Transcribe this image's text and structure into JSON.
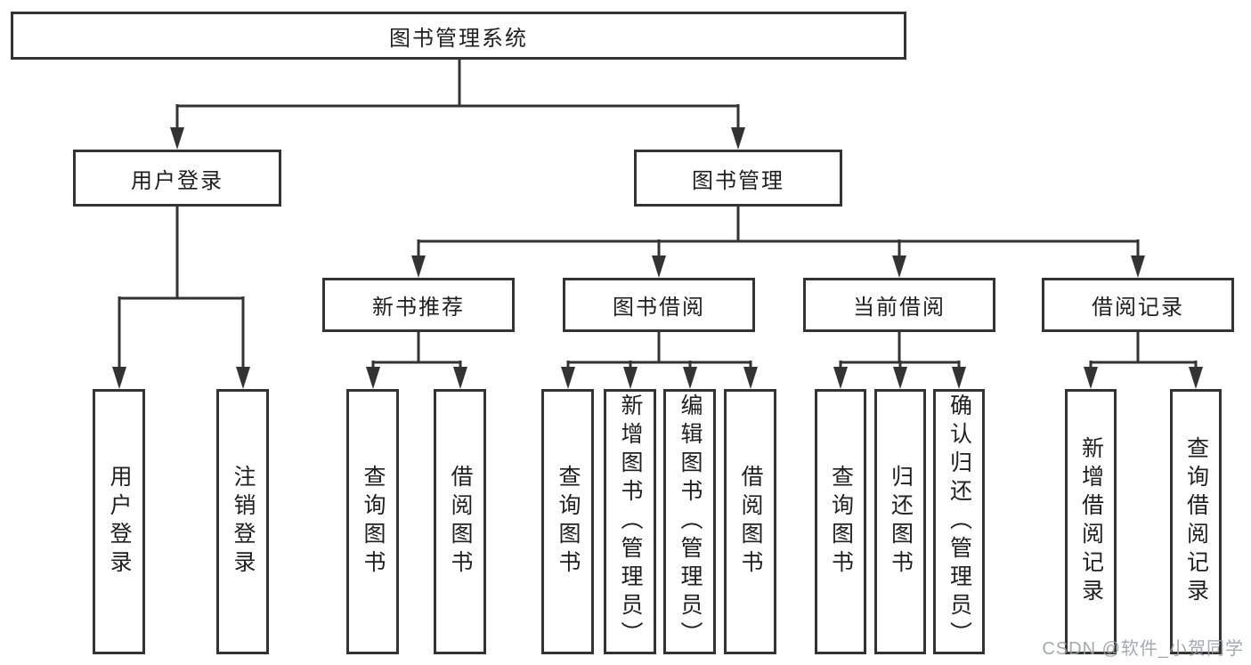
{
  "diagram": {
    "type": "hierarchy-tree",
    "colors": {
      "line": "#333333",
      "box_border": "#333333",
      "box_fill": "#ffffff",
      "text": "#1f1f1f",
      "background": "#ffffff",
      "watermark": "#9aa0a5"
    },
    "watermark": "CSDN @软件_小贺同学",
    "tree": {
      "label": "图书管理系统",
      "children": [
        {
          "label": "用户登录",
          "children": [
            {
              "label": "用户登录"
            },
            {
              "label": "注销登录"
            }
          ]
        },
        {
          "label": "图书管理",
          "children": [
            {
              "label": "新书推荐",
              "children": [
                {
                  "label": "查询图书"
                },
                {
                  "label": "借阅图书"
                }
              ]
            },
            {
              "label": "图书借阅",
              "children": [
                {
                  "label": "查询图书"
                },
                {
                  "label": "新增图书（管理员）"
                },
                {
                  "label": "编辑图书（管理员）"
                },
                {
                  "label": "借阅图书"
                }
              ]
            },
            {
              "label": "当前借阅",
              "children": [
                {
                  "label": "查询图书"
                },
                {
                  "label": "归还图书"
                },
                {
                  "label": "确认归还（管理员）"
                }
              ]
            },
            {
              "label": "借阅记录",
              "children": [
                {
                  "label": "新增借阅记录"
                },
                {
                  "label": "查询借阅记录"
                }
              ]
            }
          ]
        }
      ]
    }
  }
}
